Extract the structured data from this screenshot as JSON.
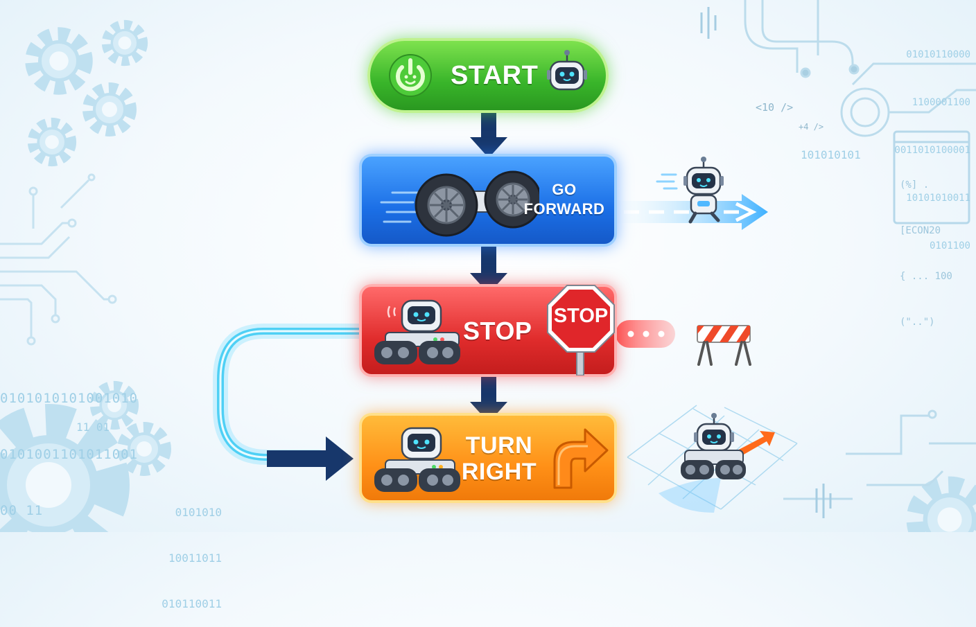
{
  "steps": [
    {
      "id": "start",
      "label_lines": [
        "START"
      ],
      "color": "#3cb82c"
    },
    {
      "id": "go-forward",
      "label_lines": [
        "GO",
        "FORWARD"
      ],
      "color": "#1b6fe6"
    },
    {
      "id": "stop",
      "label_lines": [
        "STOP"
      ],
      "color": "#e02c2c",
      "sign_text": "STOP"
    },
    {
      "id": "turn-right",
      "label_lines": [
        "TURN",
        "RIGHT"
      ],
      "color": "#ff9017"
    }
  ],
  "icons": {
    "start": [
      "power-icon",
      "robot-head-icon"
    ],
    "go_forward": [
      "wheels-icon",
      "robot-running-icon",
      "forward-arrow-icon"
    ],
    "stop": [
      "robot-tank-icon",
      "stop-sign-icon",
      "ellipsis-icon",
      "barrier-icon"
    ],
    "turn_right": [
      "robot-tank-icon",
      "turn-right-arrow-icon",
      "robot-turning-icon"
    ],
    "background": [
      "gear-icon",
      "circuit-icon",
      "code-window-icon"
    ]
  },
  "background_text": {
    "binary_right": [
      "01010110000",
      "1100001100",
      "0011010100001",
      "10101010011",
      "0101100"
    ],
    "tag_code": "<10 />",
    "tag_small": "+4 />",
    "binary_mid_right": "101010101",
    "code_window": [
      "(%] .",
      "[ECON20",
      "{ ... 100",
      "(\"..\")"
    ],
    "binary_left": [
      "0101010101001010",
      "0101001101011001",
      "00 11"
    ],
    "binary_bottom_left": [
      "0101010",
      "10011011",
      "010110011"
    ],
    "binary_small": "11 01"
  },
  "accent_colors": {
    "loop": "#4fd0f5",
    "arrow": "#17376b"
  }
}
